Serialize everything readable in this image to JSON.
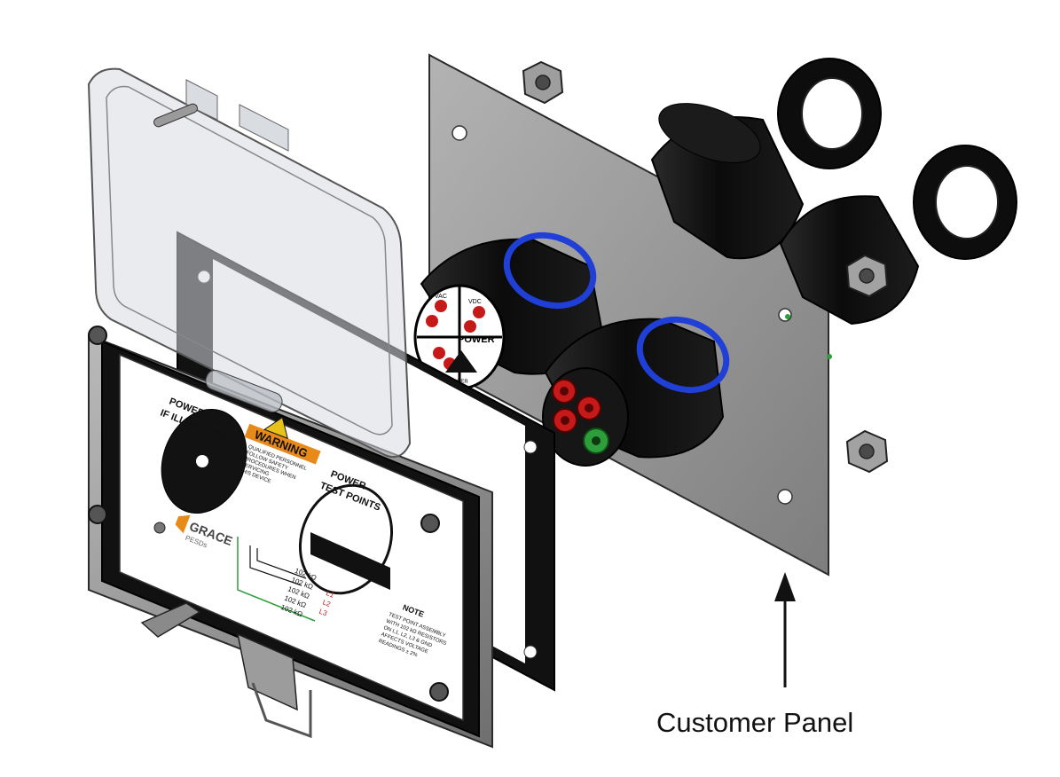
{
  "caption": "Customer Panel",
  "labels": {
    "warning_title": "WARNING",
    "warning_body": [
      "QUALIFIED PERSONNEL",
      "FOLLOW SAFETY",
      "PROCEDURES WHEN",
      "SERVICING",
      "THIS DEVICE"
    ],
    "left_heading": [
      "POWER",
      "IF ILLUMINATED"
    ],
    "right_heading": [
      "POWER",
      "TEST POINTS"
    ],
    "brand_name": "GRACE",
    "brand_sub": "PESDs",
    "resistor_labels": [
      "102 kΩ",
      "102 kΩ",
      "102 kΩ",
      "102 kΩ",
      "102 kΩ"
    ],
    "line_labels": [
      "L1",
      "L2",
      "L3"
    ],
    "note_title": "NOTE",
    "note_body": [
      "TEST POINT ASSEMBLY",
      "WITH 102 kΩ RESISTORS",
      "ON L1, L2, L3 & GND",
      "AFFECTS VOLTAGE",
      "READINGS ± 2%"
    ],
    "cap_text_power": "POWER",
    "cap_text_vac": "VAC",
    "cap_text_vdc": "VDC",
    "cap_text_danger": "DANGER"
  },
  "colors": {
    "panel": "#9a9a9a",
    "black_part": "#111111",
    "blue_ring": "#1f3fd6",
    "red_jack": "#c61a1a",
    "green_jack": "#2e9e3a",
    "warning_orange": "#e88a1a",
    "lid_tint": "#d7dbe0"
  }
}
